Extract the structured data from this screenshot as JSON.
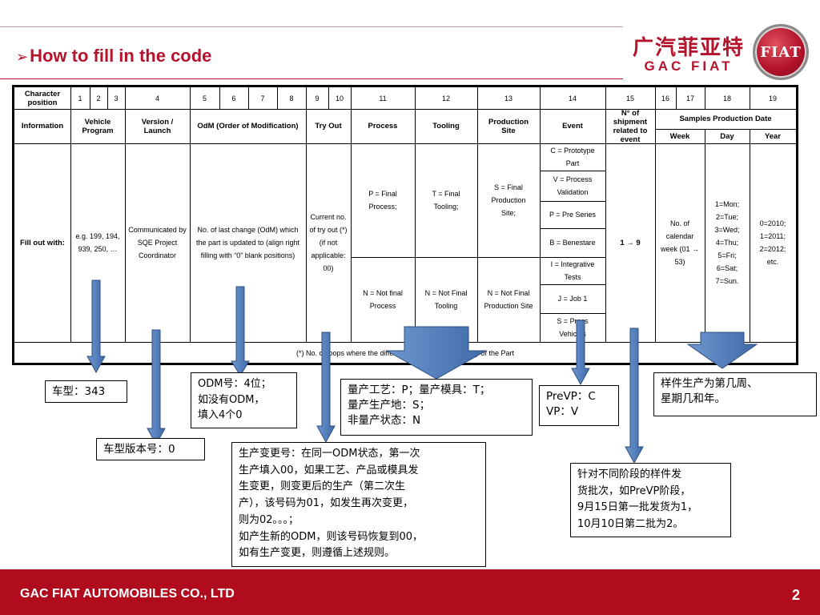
{
  "header": {
    "title_bullet": "➢",
    "title": "How to fill in the code",
    "logo_cn": "广汽菲亚特",
    "logo_en": "GAC FIAT",
    "brand_emblem": "FIAT"
  },
  "table": {
    "row_character_position": {
      "label": "Character position",
      "cols": [
        "1",
        "2",
        "3",
        "4",
        "5",
        "6",
        "7",
        "8",
        "9",
        "10",
        "11",
        "12",
        "13",
        "14",
        "15",
        "16",
        "17",
        "18",
        "19"
      ]
    },
    "row_information": {
      "label": "Information",
      "vehicle_program": "Vehicle Program",
      "version_launch": "Version / Launch",
      "odm": "OdM (Order of Modification)",
      "try_out": "Try Out",
      "process": "Process",
      "tooling": "Tooling",
      "production_site": "Production Site",
      "event": "Event",
      "shipment": "N° of shipment related to event",
      "samples_date": "Samples Production Date",
      "week": "Week",
      "day": "Day",
      "year": "Year"
    },
    "row_fill_out": {
      "label": "Fill out with:",
      "vehicle_program": "e.g. 199, 194, 939, 250, …",
      "version_launch": "Communicated by SQE Project Coordinator",
      "odm": "No. of last change (OdM) which the part is updated to (align right filling with “0” blank positions)",
      "try_out": "Current no. of try out (*) (if not applicable: 00)",
      "process_final": "P = Final Process;",
      "process_not_final": "N = Not final Process",
      "tooling_final": "T = Final Tooling;",
      "tooling_not_final": "N = Not Final Tooling",
      "site_final": "S = Final Production Site;",
      "site_not_final": "N = Not Final Production Site",
      "events": [
        "C = Prototype Part",
        "V = Process Validation",
        "P = Pre Series",
        "B = Benestare",
        "I = Integrative Tests",
        "J = Job 1",
        "S = Press Vehicles"
      ],
      "shipment": "1 → 9",
      "week": "No. of calendar week (01 → 53)",
      "day": [
        "1=Mon;",
        "2=Tue;",
        "3=Wed;",
        "4=Thu;",
        "5=Fri;",
        "6=Sat;",
        "7=Sun."
      ],
      "year": [
        "0=2010;",
        "1=2011;",
        "2=2012;",
        "etc."
      ]
    },
    "footnote": "(*) No. of loops where the differences in the … the quality of the Part"
  },
  "notes": {
    "vehicle_model": "车型：343",
    "odm": "ODM号：4位；\n如没有ODM，\n填入4个0",
    "process_tooling_site": "量产工艺：P；量产模具：T；\n量产生产地：S；\n非量产状态：N",
    "prevp": "PreVP：C\nVP：V",
    "sample_date": "样件生产为第几周、\n星期几和年。",
    "version": "车型版本号：0",
    "change_no": "生产变更号：在同一ODM状态，第一次\n生产填入00，如果工艺、产品或模具发\n生变更，则变更后的生产（第二次生\n产），该号码为01，如发生再次变更，\n则为02。。。；\n如产生新的ODM，则该号码恢复到00，\n如有生产变更，则遵循上述规则。",
    "batch": "针对不同阶段的样件发\n货批次，如PreVP阶段，\n9月15日第一批发货为1，\n10月10日第二批为2。"
  },
  "footer": {
    "company": "GAC FIAT AUTOMOBILES CO., LTD",
    "page_number": "2"
  },
  "colors": {
    "brand_red": "#b3132b",
    "footer_red": "#b00c1e",
    "arrow_blue": "#4a78b8",
    "arrow_border": "#2f4f80"
  }
}
